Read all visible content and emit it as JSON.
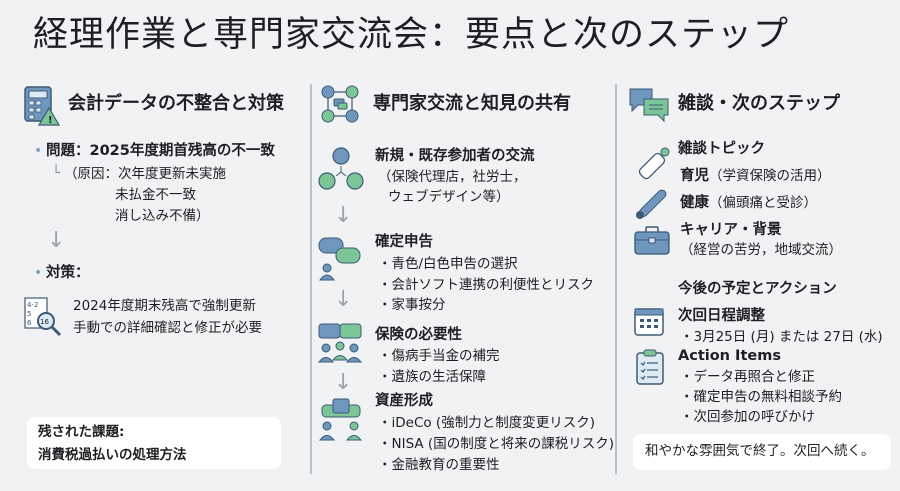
{
  "title": "経理作業と専門家交流会：要点と次のステップ",
  "col1": {
    "heading": "会計データの不整合と対策",
    "issue": "問題：2025年度期首残高の不一致",
    "cause_prefix": "└",
    "cause_lines": [
      "（原因：次年度更新未実施",
      "未払金不一致",
      "消し込み不備）"
    ],
    "arrow": "↓",
    "measure_label": "対策：",
    "measure_lines": [
      "2024年度期末残高で強制更新",
      "手動での詳細確認と修正が必要"
    ],
    "remaining_title": "残された課題:",
    "remaining_text": "消費税過払いの処理方法"
  },
  "col2": {
    "heading": "専門家交流と知見の共有",
    "arrow": "↓",
    "sections": [
      {
        "title": "新規・既存参加者の交流",
        "lines": [
          "（保険代理店，社労士，",
          "ウェブデザイン等）"
        ]
      },
      {
        "title": "確定申告",
        "lines": [
          "・青色/白色申告の選択",
          "・会計ソフト連携の利便性とリスク",
          "・家事按分"
        ]
      },
      {
        "title": "保険の必要性",
        "lines": [
          "・傷病手当金の補完",
          "・遺族の生活保障"
        ]
      },
      {
        "title": "資産形成",
        "lines": [
          "・iDeCo (強制力と制度変更リスク)",
          "・NISA (国の制度と将来の課税リスク)",
          "・金融教育の重要性"
        ]
      }
    ]
  },
  "col3": {
    "heading": "雑談・次のステップ",
    "topics_title": "雑談トピック",
    "topic1_main": "育児",
    "topic1_sub": "（学資保険の活用）",
    "topic2_main": "健康",
    "topic2_sub": "（偏頭痛と受診）",
    "topic3_main": "キャリア・背景",
    "topic3_sub": "（経営の苦労，地域交流）",
    "plan_title": "今後の予定とアクション",
    "schedule_title": "次回日程調整",
    "schedule_line": "・3月25日 (月) または 27日 (水)",
    "action_title": "Action Items",
    "action_lines": [
      "・データ再照合と修正",
      "・確定申告の無料相談予約",
      "・次回参加の呼びかけ"
    ],
    "closing": "和やかな雰囲気で終了。次回へ続く。"
  },
  "colors": {
    "blue": "#5b86b0",
    "green": "#6dbb8a",
    "outline": "#3c5a76",
    "divider": "#b9c2cb"
  }
}
